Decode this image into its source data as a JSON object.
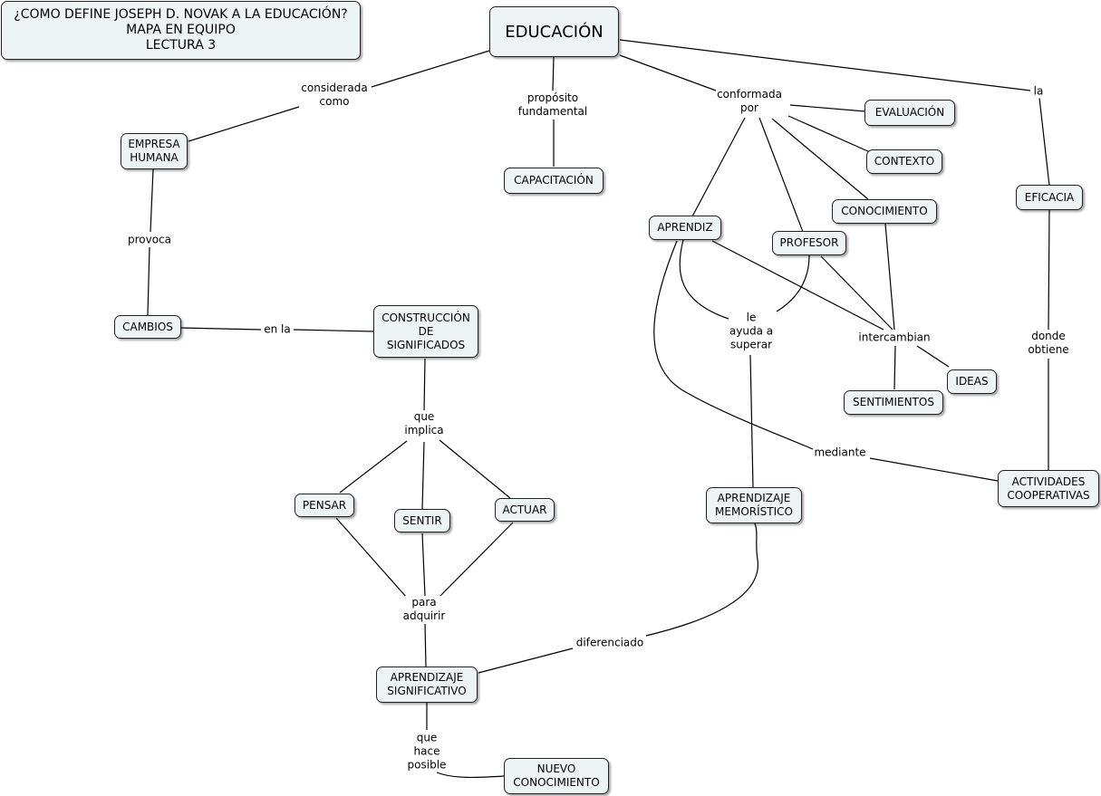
{
  "title": "¿COMO DEFINE JOSEPH D. NOVAK A LA EDUCACIÓN?\nMAPA EN EQUIPO\nLECTURA 3",
  "concepts": {
    "educacion": "EDUCACIÓN",
    "empresa_humana": "EMPRESA\nHUMANA",
    "capacitacion": "CAPACITACIÓN",
    "evaluacion": "EVALUACIÓN",
    "contexto": "CONTEXTO",
    "conocimiento": "CONOCIMIENTO",
    "eficacia": "EFICACIA",
    "aprendiz": "APRENDIZ",
    "profesor": "PROFESOR",
    "cambios": "CAMBIOS",
    "construccion": "CONSTRUCCIÓN\nDE\nSIGNIFICADOS",
    "ideas": "IDEAS",
    "sentimientos": "SENTIMIENTOS",
    "actividades": "ACTIVIDADES\nCOOPERATIVAS",
    "pensar": "PENSAR",
    "sentir": "SENTIR",
    "actuar": "ACTUAR",
    "memoristico": "APRENDIZAJE\nMEMORÍSTICO",
    "significativo": "APRENDIZAJE\nSIGNIFICATIVO",
    "nuevo": "NUEVO\nCONOCIMIENTO"
  },
  "links": {
    "considerada": "considerada\ncomo",
    "proposito": "propósito\nfundamental",
    "conformada": "conformada\npor",
    "la": "la",
    "provoca": "provoca",
    "en_la": "en la",
    "le_ayuda": "le\nayuda a\nsuperar",
    "intercambian": "intercambian",
    "donde": "donde\nobtiene",
    "mediante": "mediante",
    "que_implica": "que\nimplica",
    "para_adquirir": "para\nadquirir",
    "diferenciado": "diferenciado",
    "que_hace": "que\nhace\nposible"
  }
}
